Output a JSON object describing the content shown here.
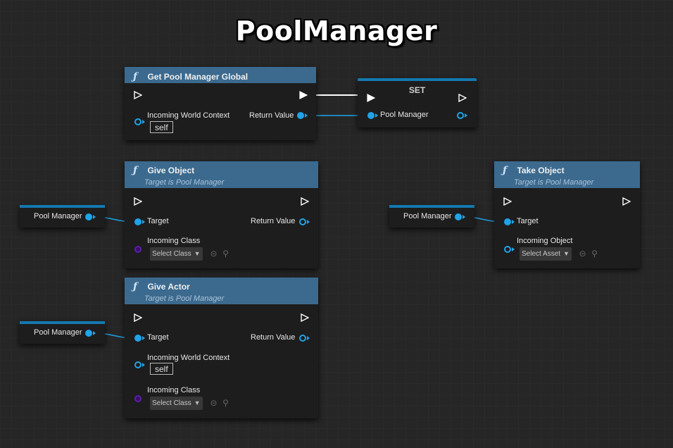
{
  "graph": {
    "title": "PoolManager"
  },
  "nodes": {
    "get_pool_manager_global": {
      "title": "Get Pool Manager Global",
      "pins": {
        "incoming_world_context": "Incoming World Context",
        "return_value": "Return Value",
        "self_value": "self"
      }
    },
    "set": {
      "title": "SET",
      "pins": {
        "pool_manager": "Pool Manager"
      }
    },
    "give_object": {
      "title": "Give Object",
      "subtitle": "Target is Pool Manager",
      "pins": {
        "target": "Target",
        "return_value": "Return Value",
        "incoming_class": "Incoming Class",
        "select_class": "Select Class"
      }
    },
    "take_object": {
      "title": "Take Object",
      "subtitle": "Target is Pool Manager",
      "pins": {
        "target": "Target",
        "incoming_object": "Incoming Object",
        "select_asset": "Select Asset"
      }
    },
    "give_actor": {
      "title": "Give Actor",
      "subtitle": "Target is Pool Manager",
      "pins": {
        "target": "Target",
        "return_value": "Return Value",
        "incoming_world_context": "Incoming World Context",
        "self_value": "self",
        "incoming_class": "Incoming Class",
        "select_class": "Select Class"
      }
    },
    "pool_manager_var": {
      "label": "Pool Manager"
    }
  },
  "icons": {
    "function": "function-icon",
    "exec": "exec-pin-icon",
    "browse": "browse-icon",
    "search": "search-icon",
    "dropdown": "chevron-down-icon"
  },
  "colors": {
    "background": "#262626",
    "node_header": "#3c6a8e",
    "node_body": "#1d1d1d",
    "object_pin": "#1ea4e9",
    "class_pin": "#5b1fa8",
    "exec_wire": "#ffffff"
  }
}
